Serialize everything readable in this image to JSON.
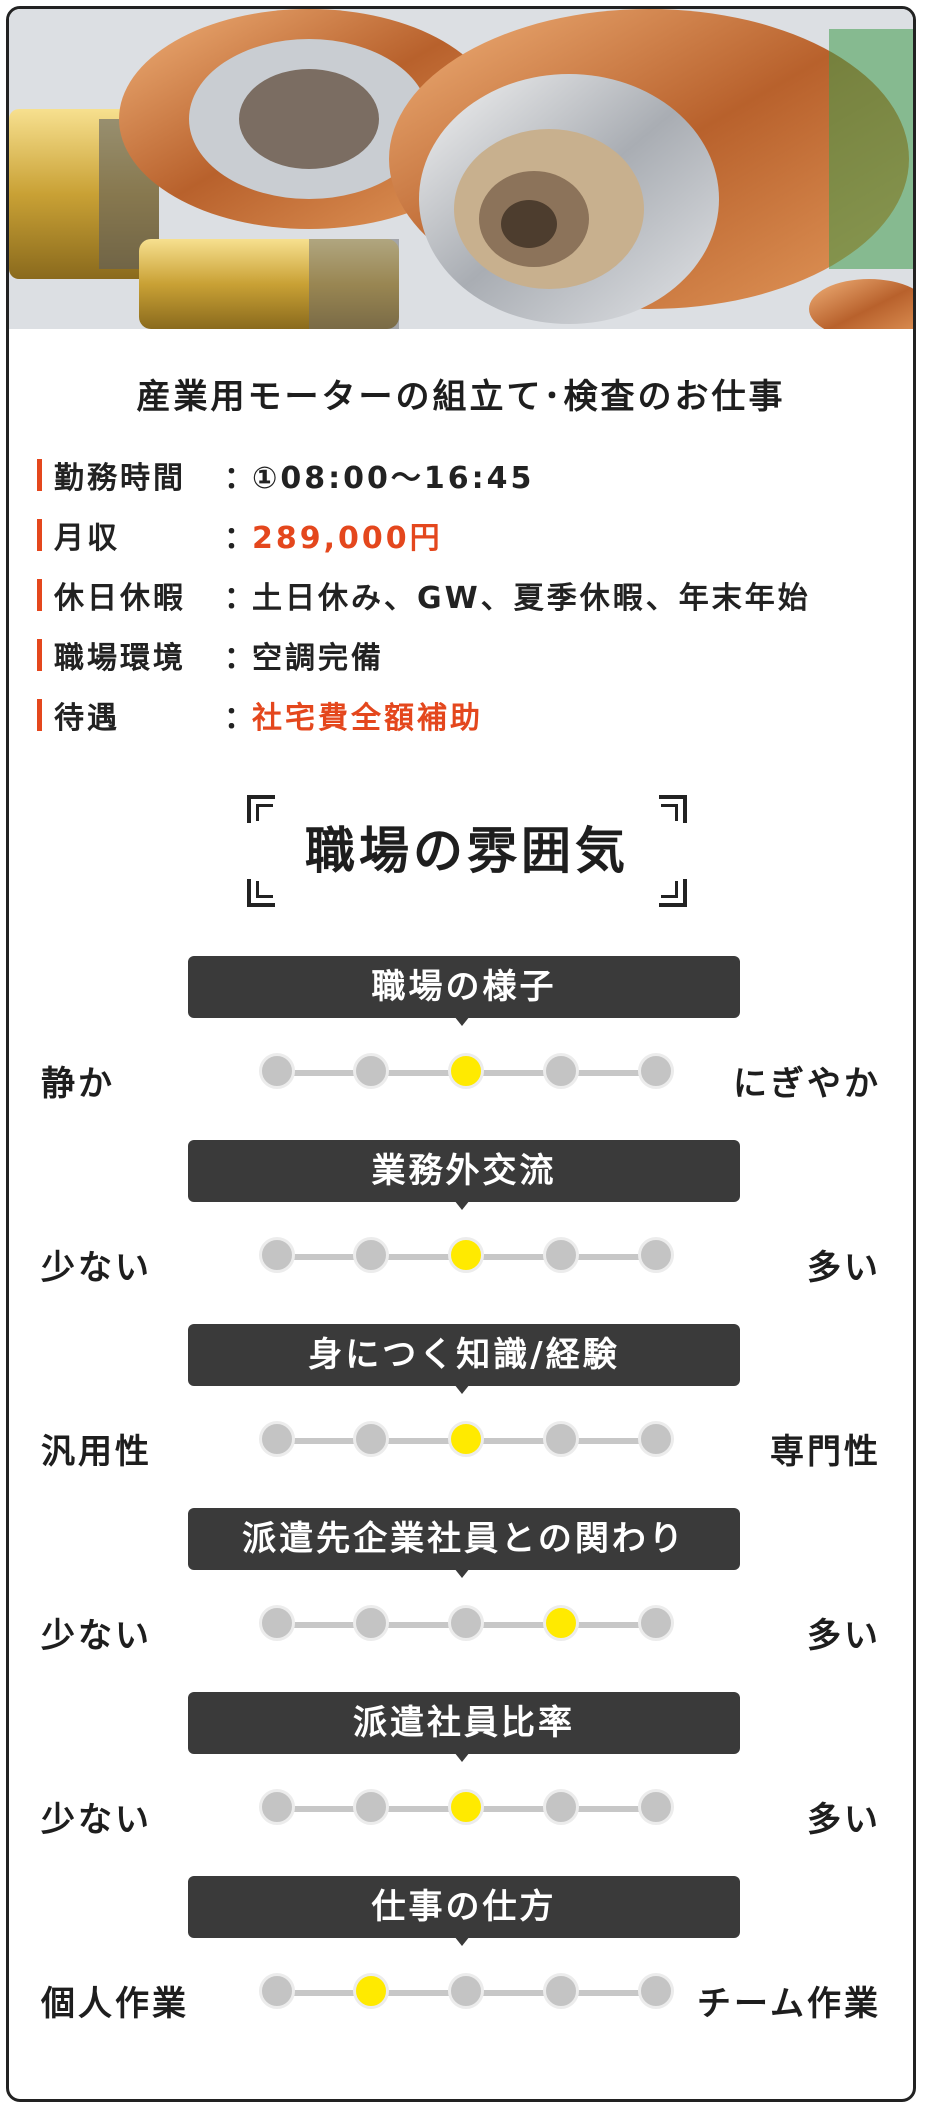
{
  "job": {
    "title": "産業用モーターの組立て･検査のお仕事",
    "details": [
      {
        "label": "勤務時間",
        "value": "①08:00～16:45",
        "highlight": false
      },
      {
        "label": "月収",
        "value": "289,000円",
        "highlight": true
      },
      {
        "label": "休日休暇",
        "value": "土日休み、GW、夏季休暇、年末年始",
        "highlight": false
      },
      {
        "label": "職場環境",
        "value": "空調完備",
        "highlight": false
      },
      {
        "label": "待遇",
        "value": "社宅費全額補助",
        "highlight": true
      }
    ],
    "colon": "："
  },
  "atmosphere": {
    "heading": "職場の雰囲気",
    "scales": [
      {
        "title": "職場の様子",
        "left": "静か",
        "right": "にぎやか",
        "level": 3
      },
      {
        "title": "業務外交流",
        "left": "少ない",
        "right": "多い",
        "level": 3
      },
      {
        "title": "身につく知識/経験",
        "left": "汎用性",
        "right": "専門性",
        "level": 3
      },
      {
        "title": "派遣先企業社員との関わり",
        "left": "少ない",
        "right": "多い",
        "level": 4
      },
      {
        "title": "派遣社員比率",
        "left": "少ない",
        "right": "多い",
        "level": 3
      },
      {
        "title": "仕事の仕方",
        "left": "個人作業",
        "right": "チーム作業",
        "level": 2
      }
    ],
    "steps": 5
  },
  "colors": {
    "accent": "#e4471d",
    "dot_active": "#ffea00",
    "pill": "#3a3a3a"
  }
}
